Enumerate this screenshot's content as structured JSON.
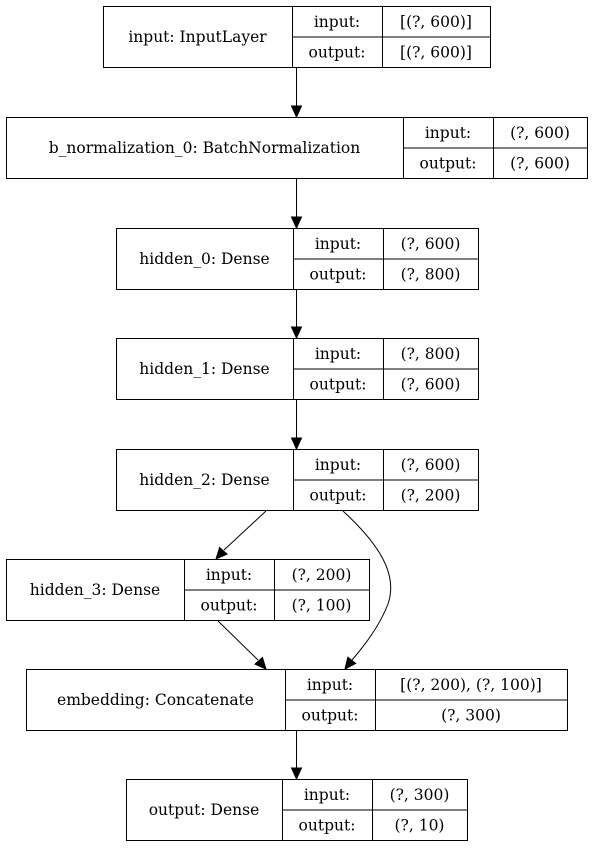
{
  "diagram": {
    "type": "keras-model-plot",
    "nodes": [
      {
        "id": "input",
        "name": "input: InputLayer",
        "input_label": "input:",
        "output_label": "output:",
        "input_shape": "[(?, 600)]",
        "output_shape": "[(?, 600)]"
      },
      {
        "id": "b_normalization_0",
        "name": "b_normalization_0: BatchNormalization",
        "input_label": "input:",
        "output_label": "output:",
        "input_shape": "(?, 600)",
        "output_shape": "(?, 600)"
      },
      {
        "id": "hidden_0",
        "name": "hidden_0: Dense",
        "input_label": "input:",
        "output_label": "output:",
        "input_shape": "(?, 600)",
        "output_shape": "(?, 800)"
      },
      {
        "id": "hidden_1",
        "name": "hidden_1: Dense",
        "input_label": "input:",
        "output_label": "output:",
        "input_shape": "(?, 800)",
        "output_shape": "(?, 600)"
      },
      {
        "id": "hidden_2",
        "name": "hidden_2: Dense",
        "input_label": "input:",
        "output_label": "output:",
        "input_shape": "(?, 600)",
        "output_shape": "(?, 200)"
      },
      {
        "id": "hidden_3",
        "name": "hidden_3: Dense",
        "input_label": "input:",
        "output_label": "output:",
        "input_shape": "(?, 200)",
        "output_shape": "(?, 100)"
      },
      {
        "id": "embedding",
        "name": "embedding: Concatenate",
        "input_label": "input:",
        "output_label": "output:",
        "input_shape": "[(?, 200), (?, 100)]",
        "output_shape": "(?, 300)"
      },
      {
        "id": "output",
        "name": "output: Dense",
        "input_label": "input:",
        "output_label": "output:",
        "input_shape": "(?, 300)",
        "output_shape": "(?, 10)"
      }
    ],
    "edges": [
      {
        "from": "input",
        "to": "b_normalization_0"
      },
      {
        "from": "b_normalization_0",
        "to": "hidden_0"
      },
      {
        "from": "hidden_0",
        "to": "hidden_1"
      },
      {
        "from": "hidden_1",
        "to": "hidden_2"
      },
      {
        "from": "hidden_2",
        "to": "hidden_3"
      },
      {
        "from": "hidden_2",
        "to": "embedding"
      },
      {
        "from": "hidden_3",
        "to": "embedding"
      },
      {
        "from": "embedding",
        "to": "output"
      }
    ]
  }
}
